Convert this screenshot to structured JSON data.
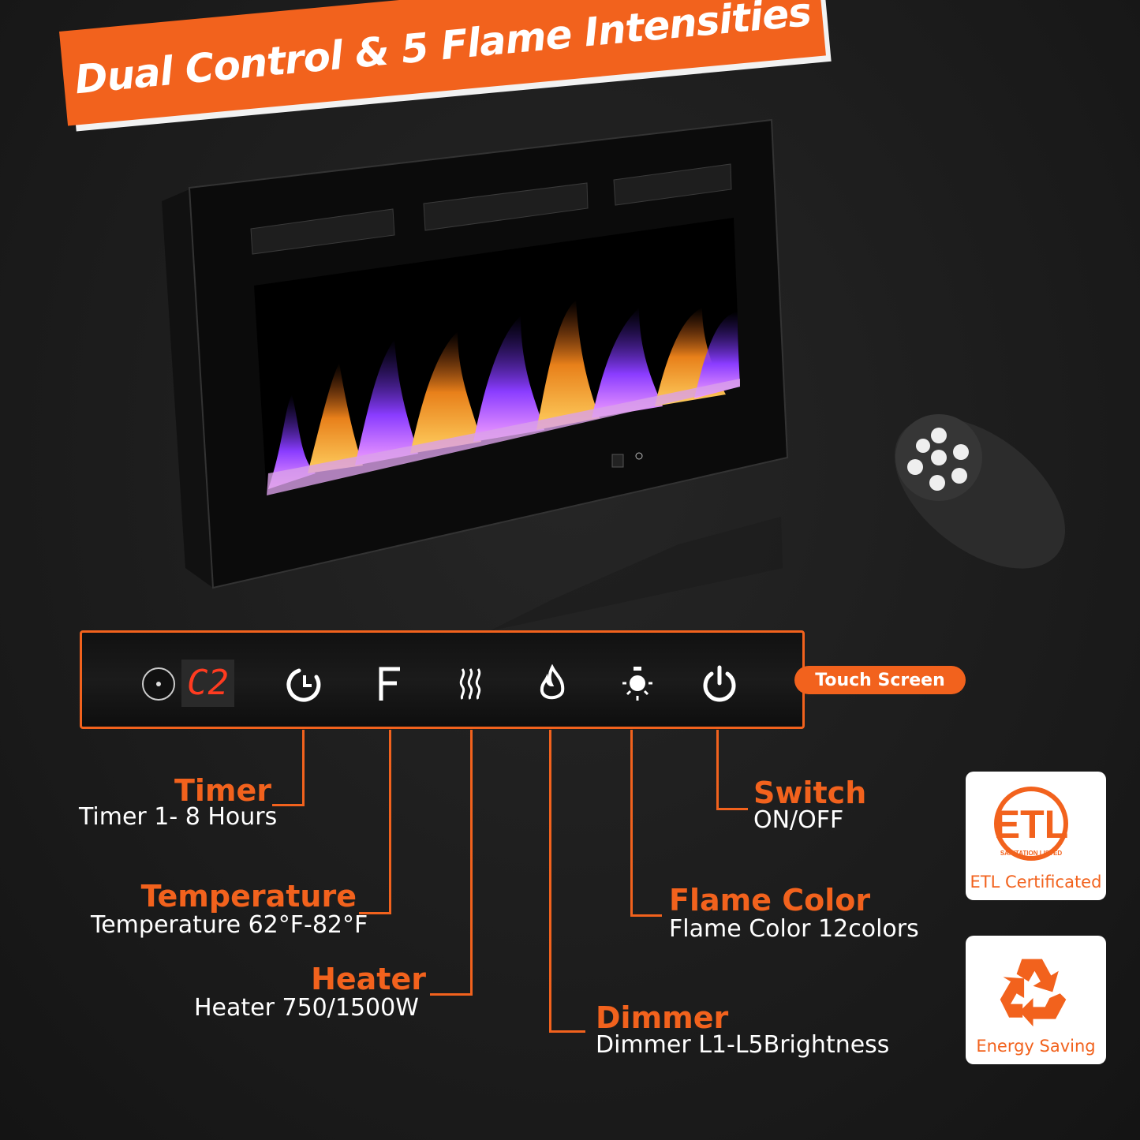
{
  "banner": {
    "title": "Dual Control & 5 Flame Intensities"
  },
  "panel": {
    "display_code": "C2",
    "touch_label": "Touch Screen",
    "icons": [
      "knob-icon",
      "timer-icon",
      "fahrenheit-icon",
      "heater-icon",
      "flame-icon",
      "dimmer-icon",
      "power-icon"
    ]
  },
  "features": {
    "timer": {
      "title": "Timer",
      "desc": "Timer 1- 8 Hours"
    },
    "temperature": {
      "title": "Temperature",
      "desc": "Temperature 62°F-82°F"
    },
    "heater": {
      "title": "Heater",
      "desc": "Heater 750/1500W"
    },
    "dimmer": {
      "title": "Dimmer",
      "desc": "Dimmer L1-L5Brightness"
    },
    "flame_color": {
      "title": "Flame Color",
      "desc": "Flame Color 12colors"
    },
    "switch": {
      "title": "Switch",
      "desc": "ON/OFF"
    }
  },
  "badges": {
    "etl": {
      "logo_text": "ETL SANITATION LISTED",
      "caption": "ETL Certificated"
    },
    "energy": {
      "caption": "Energy Saving"
    }
  },
  "colors": {
    "accent": "#f2621d",
    "background": "#1c1c1c"
  }
}
